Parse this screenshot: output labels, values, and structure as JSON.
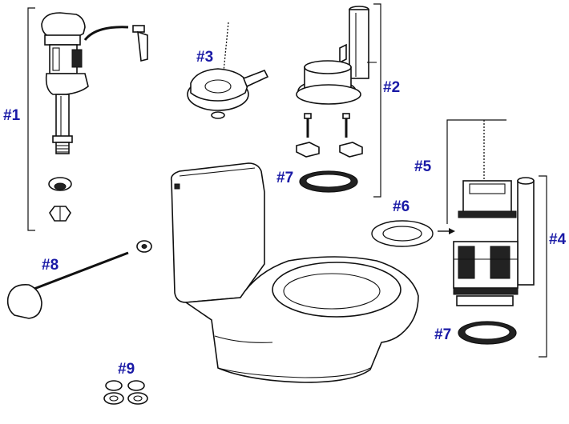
{
  "label_color": "#1a1aa6",
  "labels": {
    "p1": "#1",
    "p2": "#2",
    "p3": "#3",
    "p4": "#4",
    "p5": "#5",
    "p6": "#6",
    "p7a": "#7",
    "p7b": "#7",
    "p8": "#8",
    "p9": "#9"
  }
}
